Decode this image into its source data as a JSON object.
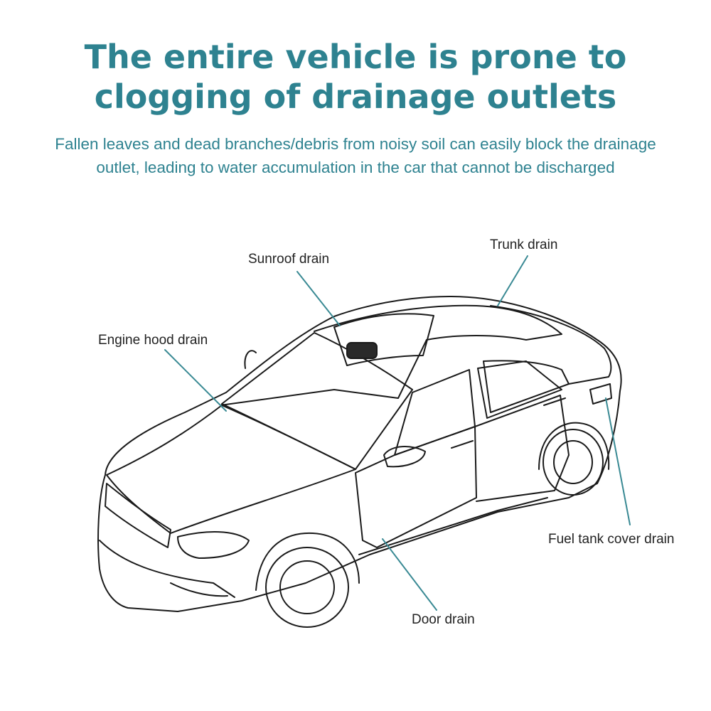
{
  "header": {
    "title_line1": "The entire vehicle is prone to",
    "title_line2": "clogging of drainage outlets",
    "subtitle_line1": "Fallen leaves and dead branches/debris from noisy soil can easily block the drainage",
    "subtitle_line2": "outlet, leading to water accumulation in the car that cannot be discharged"
  },
  "callouts": {
    "sunroof": "Sunroof drain",
    "trunk": "Trunk drain",
    "engine_hood": "Engine hood drain",
    "fuel_tank": "Fuel tank cover drain",
    "door": "Door drain"
  },
  "colors": {
    "accent": "#2e8290",
    "line_art": "#1a1a1a",
    "leader": "#3a8a94"
  }
}
